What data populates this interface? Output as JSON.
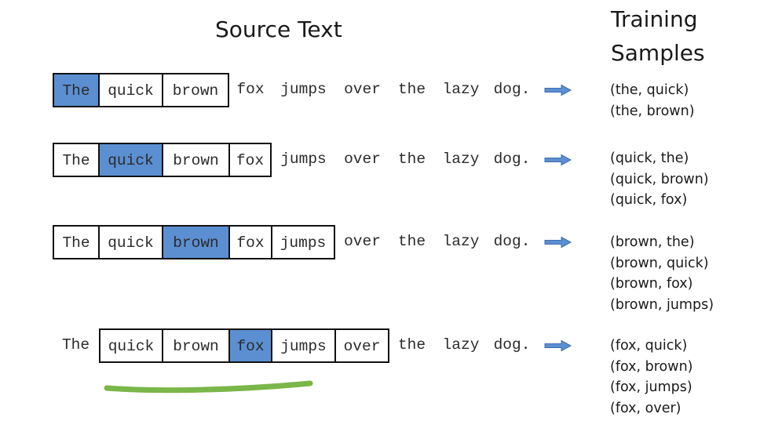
{
  "headers": {
    "source_title": "Source Text",
    "training_title": "Training Samples"
  },
  "colors": {
    "target_fill": "#5b8fd1",
    "arrow": "#5b8fd1",
    "underline": "#7ab648"
  },
  "rows": [
    {
      "words": [
        "The",
        "quick",
        "brown",
        "fox",
        "jumps",
        "over",
        "the",
        "lazy",
        "dog."
      ],
      "target_index": 0,
      "window": [
        0,
        2
      ],
      "samples": [
        "(the, quick)",
        "(the, brown)"
      ]
    },
    {
      "words": [
        "The",
        "quick",
        "brown",
        "fox",
        "jumps",
        "over",
        "the",
        "lazy",
        "dog."
      ],
      "target_index": 1,
      "window": [
        0,
        3
      ],
      "samples": [
        "(quick, the)",
        "(quick, brown)",
        "(quick, fox)"
      ]
    },
    {
      "words": [
        "The",
        "quick",
        "brown",
        "fox",
        "jumps",
        "over",
        "the",
        "lazy",
        "dog."
      ],
      "target_index": 2,
      "window": [
        0,
        4
      ],
      "samples": [
        "(brown, the)",
        "(brown, quick)",
        "(brown, fox)",
        "(brown, jumps)"
      ]
    },
    {
      "words": [
        "The",
        "quick",
        "brown",
        "fox",
        "jumps",
        "over",
        "the",
        "lazy",
        "dog."
      ],
      "target_index": 3,
      "window": [
        1,
        5
      ],
      "samples": [
        "(fox, quick)",
        "(fox, brown)",
        "(fox, jumps)",
        "(fox, over)"
      ]
    }
  ]
}
